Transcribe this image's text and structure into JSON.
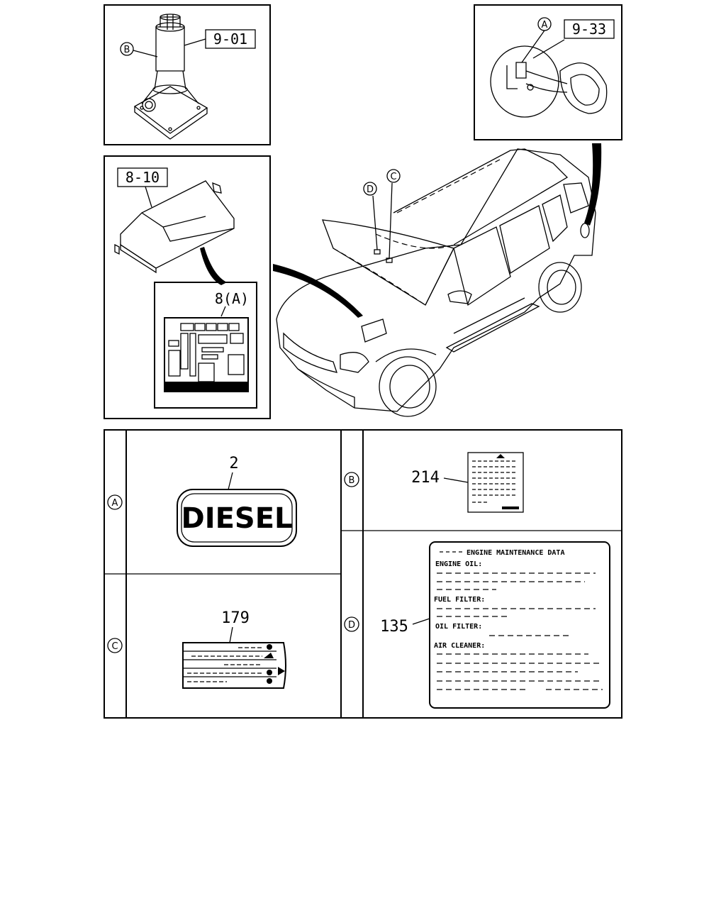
{
  "callouts": {
    "jack": "9-01",
    "fuel_lid": "9-33",
    "fuse_box": "8-10",
    "fuse_box_detail": "8(A)"
  },
  "markers": {
    "a": "A",
    "b": "B",
    "c": "C",
    "d": "D"
  },
  "labels": {
    "a_part": "2",
    "diesel_text": "DIESEL",
    "b_part": "214",
    "c_part": "179",
    "d_part": "135"
  },
  "maintenance": {
    "title": "ENGINE MAINTENANCE DATA",
    "engine_oil": "ENGINE OIL:",
    "fuel_filter": "FUEL FILTER:",
    "oil_filter": "OIL FILTER:",
    "air_cleaner": "AIR CLEANER:"
  }
}
